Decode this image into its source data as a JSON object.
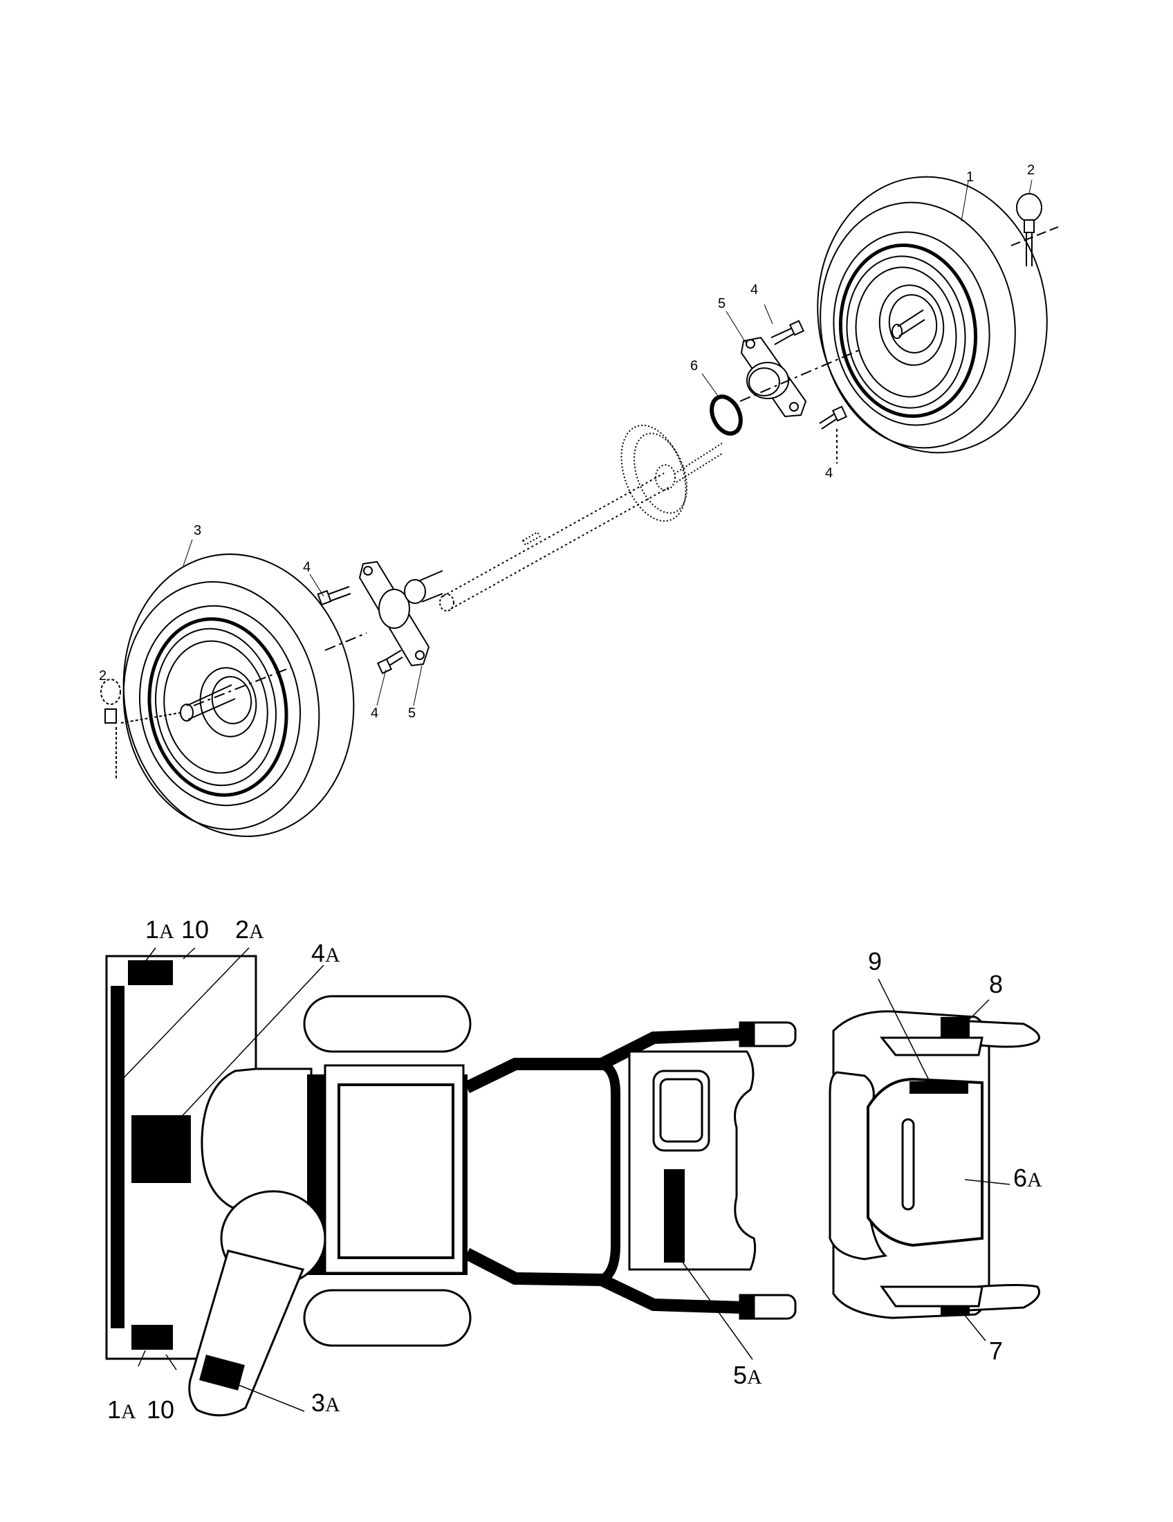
{
  "wheel_assembly": {
    "callouts": {
      "wheel_right": "1",
      "hairpin_right": "2",
      "wheel_left": "3",
      "hairpin_left": "2",
      "screw_right_top": "4",
      "screw_right_bottom": "4",
      "screw_left_top": "4",
      "screw_left_bottom": "4",
      "bearing_plate_right": "5",
      "bearing_plate_left": "5",
      "washer": "6"
    }
  },
  "decal_layout": {
    "callouts": {
      "decal_1a_top": {
        "num": "1",
        "suffix": "A"
      },
      "decal_10_top": {
        "num": "10",
        "suffix": ""
      },
      "decal_2a": {
        "num": "2",
        "suffix": "A"
      },
      "decal_4a": {
        "num": "4",
        "suffix": "A"
      },
      "decal_1a_bottom": {
        "num": "1",
        "suffix": "A"
      },
      "decal_10_bottom": {
        "num": "10",
        "suffix": ""
      },
      "decal_3a": {
        "num": "3",
        "suffix": "A"
      },
      "decal_5a": {
        "num": "5",
        "suffix": "A"
      },
      "decal_6a": {
        "num": "6",
        "suffix": "A"
      },
      "decal_7": {
        "num": "7",
        "suffix": ""
      },
      "decal_8": {
        "num": "8",
        "suffix": ""
      },
      "decal_9": {
        "num": "9",
        "suffix": ""
      }
    }
  }
}
